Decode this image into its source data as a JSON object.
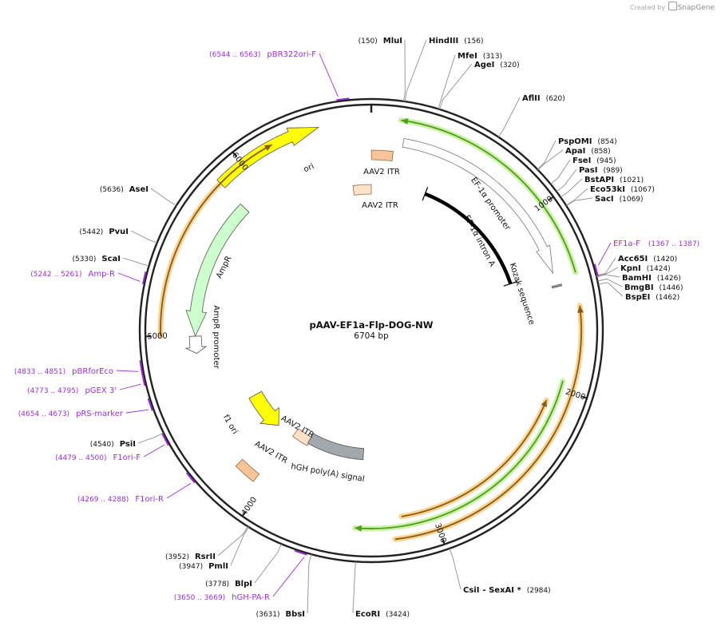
{
  "credit": {
    "prefix": "Created by",
    "brand": "SnapGene"
  },
  "plasmid": {
    "name": "pAAV-EF1a-Flp-DOG-NW",
    "length_bp": 6704,
    "length_label": "6704 bp",
    "tick_labels": [
      "1000",
      "2000",
      "3000",
      "4000",
      "5000",
      "6000"
    ]
  },
  "colors": {
    "backbone": "#222222",
    "enzyme_line": "#909090",
    "primer": "#9b30d0",
    "ori": "#ffff00",
    "ampr": "#ccffcc",
    "itr": "#f9c596",
    "itr_light": "#fde2c8",
    "polya": "#a3a8ad",
    "intron": "#000000",
    "green_arrow": "#4f9e1b",
    "green_glow": "#c8f0a0",
    "orange_arrow": "#8a5a14",
    "orange_glow": "#f7cf86",
    "promoter": "#ffffff"
  },
  "enzymes": [
    {
      "name": "MluI",
      "pos": "(150)",
      "bp": 150
    },
    {
      "name": "HindIII",
      "pos": "(156)",
      "bp": 156
    },
    {
      "name": "MfeI",
      "pos": "(313)",
      "bp": 313
    },
    {
      "name": "AgeI",
      "pos": "(320)",
      "bp": 320
    },
    {
      "name": "AflII",
      "pos": "(620)",
      "bp": 620
    },
    {
      "name": "PspOMI",
      "pos": "(854)",
      "bp": 854
    },
    {
      "name": "ApaI",
      "pos": "(858)",
      "bp": 858
    },
    {
      "name": "FseI",
      "pos": "(945)",
      "bp": 945
    },
    {
      "name": "PasI",
      "pos": "(989)",
      "bp": 989
    },
    {
      "name": "BstAPI",
      "pos": "(1021)",
      "bp": 1021
    },
    {
      "name": "Eco53kI",
      "pos": "(1067)",
      "bp": 1067
    },
    {
      "name": "SacI",
      "pos": "(1069)",
      "bp": 1069
    },
    {
      "name": "Acc65I",
      "pos": "(1420)",
      "bp": 1420
    },
    {
      "name": "KpnI",
      "pos": "(1424)",
      "bp": 1424
    },
    {
      "name": "BamHI",
      "pos": "(1426)",
      "bp": 1426
    },
    {
      "name": "BmgBI",
      "pos": "(1446)",
      "bp": 1446
    },
    {
      "name": "BspEI",
      "pos": "(1462)",
      "bp": 1462
    },
    {
      "name": "CsiI",
      "extra": "- SexAI *",
      "pos": "(2984)",
      "bp": 2984
    },
    {
      "name": "EcoRI",
      "pos": "(3424)",
      "bp": 3424
    },
    {
      "name": "BbsI",
      "pos": "(3631)",
      "bp": 3631
    },
    {
      "name": "BlpI",
      "pos": "(3778)",
      "bp": 3778
    },
    {
      "name": "PmlI",
      "pos": "(3947)",
      "bp": 3947
    },
    {
      "name": "RsrII",
      "pos": "(3952)",
      "bp": 3952
    },
    {
      "name": "PsiI",
      "pos": "(4540)",
      "bp": 4540
    },
    {
      "name": "ScaI",
      "pos": "(5330)",
      "bp": 5330
    },
    {
      "name": "PvuI",
      "pos": "(5442)",
      "bp": 5442
    },
    {
      "name": "AseI",
      "pos": "(5636)",
      "bp": 5636
    }
  ],
  "primers": [
    {
      "name": "pBR322ori-F",
      "range": "(6544 .. 6563)",
      "start": 6544,
      "end": 6563
    },
    {
      "name": "EF1a-F",
      "range": "(1367 .. 1387)",
      "start": 1367,
      "end": 1387
    },
    {
      "name": "Amp-R",
      "range": "(5242 .. 5261)",
      "start": 5242,
      "end": 5261
    },
    {
      "name": "pBRforEco",
      "range": "(4833 .. 4851)",
      "start": 4833,
      "end": 4851
    },
    {
      "name": "pGEX 3'",
      "range": "(4773 .. 4795)",
      "start": 4773,
      "end": 4795
    },
    {
      "name": "pRS-marker",
      "range": "(4654 .. 4673)",
      "start": 4654,
      "end": 4673
    },
    {
      "name": "F1ori-F",
      "range": "(4479 .. 4500)",
      "start": 4479,
      "end": 4500
    },
    {
      "name": "F1ori-R",
      "range": "(4269 .. 4288)",
      "start": 4269,
      "end": 4288
    },
    {
      "name": "hGH-PA-R",
      "range": "(3650 .. 3669)",
      "start": 3650,
      "end": 3669
    }
  ],
  "features": [
    {
      "name": "ori",
      "type": "arrow",
      "start": 5853,
      "end": 6432,
      "strand": 1
    },
    {
      "name": "AmpR",
      "type": "arrow",
      "start": 4994,
      "end": 5849,
      "strand": -1
    },
    {
      "name": "AmpR promoter",
      "type": "arrow",
      "start": 4889,
      "end": 4994,
      "strand": -1
    },
    {
      "name": "f1 ori",
      "type": "arrow",
      "start": 4177,
      "end": 4488,
      "strand": -1
    },
    {
      "name": "AAV2 ITR",
      "type": "box",
      "start": 1,
      "end": 130
    },
    {
      "name": "AAV2 ITR",
      "type": "box",
      "start": 6570,
      "end": 6704
    },
    {
      "name": "AAV2 ITR",
      "type": "box",
      "start": 3894,
      "end": 4034
    },
    {
      "name": "AAV2 ITR",
      "type": "box",
      "start": 4060,
      "end": 4190
    },
    {
      "name": "EF-1α promoter",
      "type": "arrow",
      "start": 180,
      "end": 1350,
      "strand": 1
    },
    {
      "name": "EF-1α intron A",
      "type": "intron",
      "start": 400,
      "end": 1330
    },
    {
      "name": "Kozak sequence",
      "type": "box",
      "start": 1420,
      "end": 1430
    },
    {
      "name": "hGH poly(A) signal",
      "type": "box",
      "start": 3420,
      "end": 3900
    }
  ]
}
